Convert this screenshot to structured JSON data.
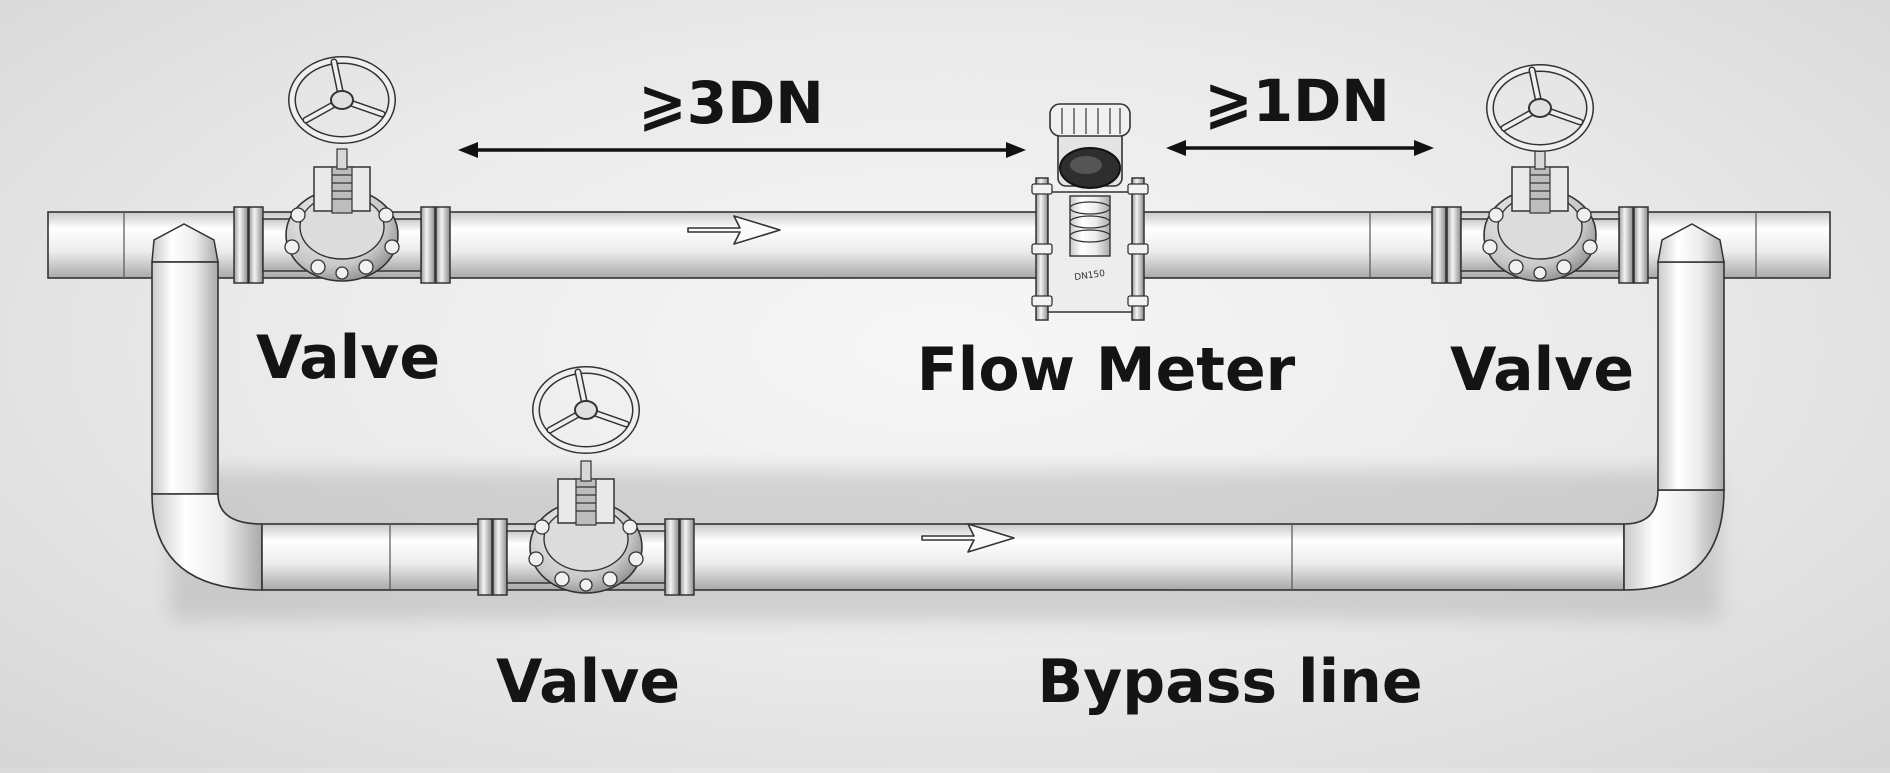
{
  "labels": {
    "valve_upstream": "Valve",
    "valve_downstream": "Valve",
    "valve_bypass": "Valve",
    "flow_meter": "Flow Meter",
    "bypass_line": "Bypass line",
    "upstream_distance": "⩾3DN",
    "downstream_distance": "⩾1DN",
    "meter_plate": "DN150"
  },
  "colors": {
    "pipe_light": "#ffffff",
    "pipe_mid": "#e6e6e6",
    "pipe_dark": "#bdbdbd",
    "outline": "#2a2a2a",
    "text": "#141414"
  },
  "icons": [
    "handwheel-icon",
    "flow-arrow-icon",
    "dimension-arrow-icon"
  ]
}
